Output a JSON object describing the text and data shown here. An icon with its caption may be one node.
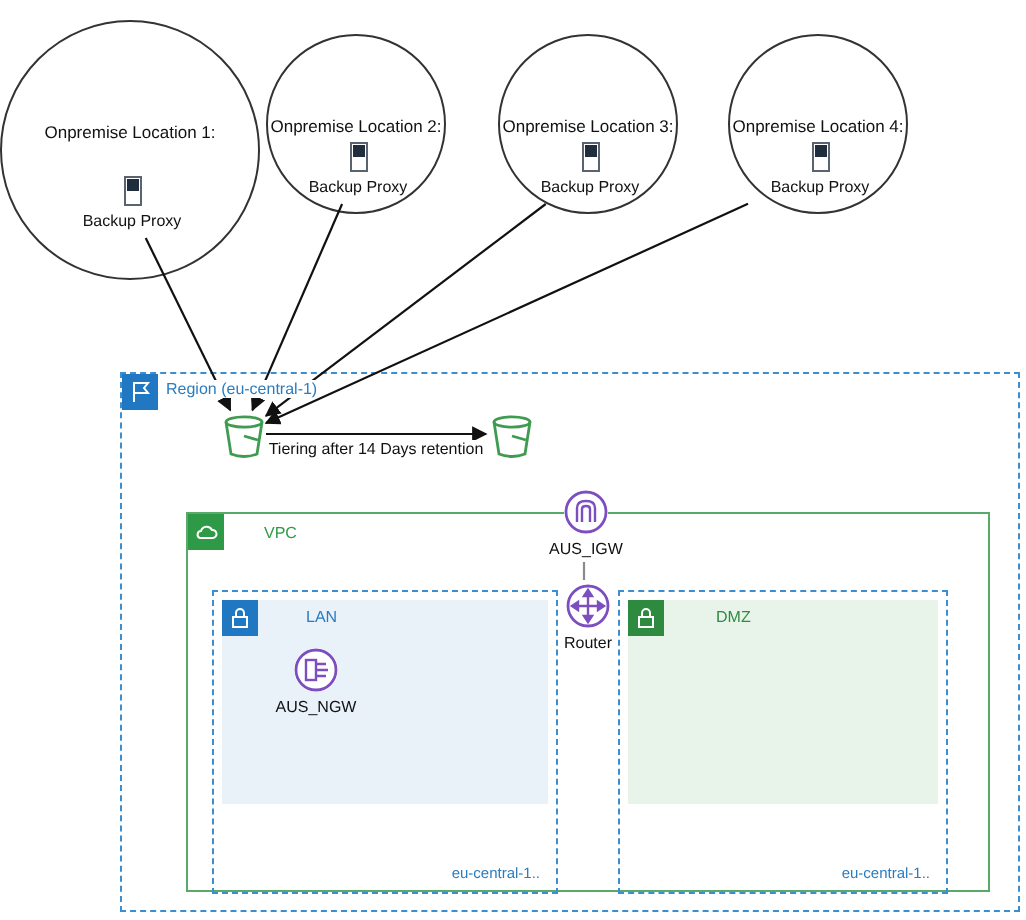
{
  "diagram": {
    "nodes": [
      {
        "text": [
          "Onpremise Location 1:"
        ]
      },
      {
        "text": [
          "Backup Proxy"
        ],
        "in": 0
      },
      {
        "text": [
          "Onpremise Location 2:"
        ]
      },
      {
        "text": [
          "Backup Proxy"
        ],
        "in": 2
      },
      {
        "text": [
          "Onpremise Location 3:"
        ]
      },
      {
        "text": [
          "Backup Proxy"
        ],
        "in": 4
      },
      {
        "text": [
          "Onpremise Location 4:"
        ]
      },
      {
        "text": [
          "Backup Proxy"
        ],
        "in": 6
      },
      {
        "text": [
          "Region (eu-central-1)"
        ]
      },
      {
        "text": [],
        "shape": "bucket",
        "in": 8
      },
      {
        "text": [],
        "shape": "bucket",
        "in": 8
      },
      {
        "text": [
          "VPC"
        ],
        "in": 8
      },
      {
        "text": [
          "AUS_IGW"
        ],
        "in": 8
      },
      {
        "text": [
          "Router"
        ],
        "in": 11
      },
      {
        "text": [
          "LAN",
          "eu-central-1.."
        ],
        "in": 11
      },
      {
        "text": [
          "AUS_NGW"
        ],
        "in": 14
      },
      {
        "text": [
          "DMZ",
          "eu-central-1.."
        ],
        "in": 11
      }
    ],
    "edges": [
      {
        "from": 1,
        "to": 9,
        "arrow": "to"
      },
      {
        "from": 3,
        "to": 9,
        "arrow": "to"
      },
      {
        "from": 5,
        "to": 9,
        "arrow": "to"
      },
      {
        "from": 7,
        "to": 9,
        "arrow": "to"
      },
      {
        "from": 9,
        "to": 10,
        "arrow": "to",
        "label": "Tiering after 14 Days retention"
      },
      {
        "from": 12,
        "to": 13,
        "arrow": "none",
        "color": "#8a8a8a"
      }
    ]
  }
}
